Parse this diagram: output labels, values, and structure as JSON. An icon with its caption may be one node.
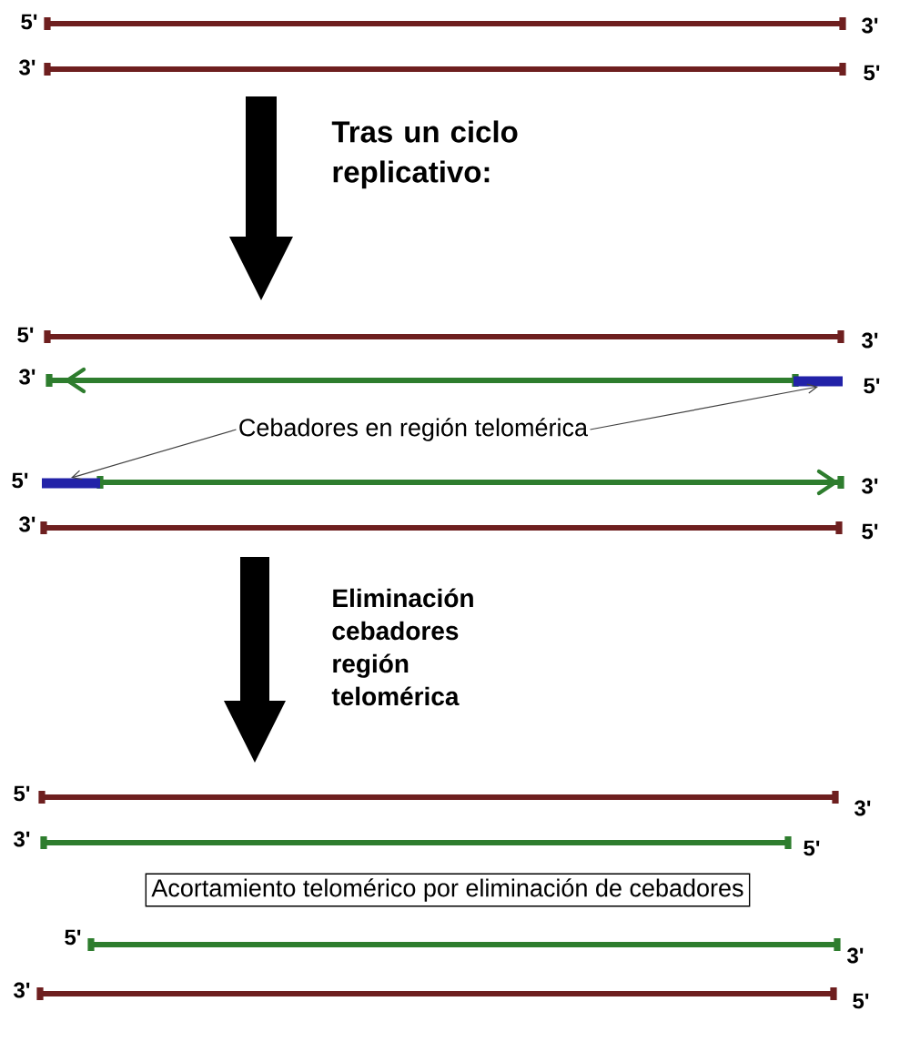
{
  "diagram": {
    "nodes": [
      {
        "text": [],
        "shape": "bar"
      },
      {
        "text": [
          "Cebadores en región telomérica"
        ]
      },
      {
        "text": [],
        "shape": "bar"
      },
      {
        "text": [
          "Acortamiento telomérico por eliminación de cebadores"
        ]
      }
    ],
    "edges": [
      {
        "from": 1,
        "to": 0,
        "arrow": "to"
      },
      {
        "from": 1,
        "to": 2,
        "arrow": "to"
      }
    ],
    "labels": [
      "5'",
      "3'",
      "3'",
      "5'",
      "Tras un ciclo replicativo:",
      "5'",
      "3'",
      "3'",
      "5'",
      "5'",
      "3'",
      "3'",
      "5'",
      "Eliminación cebadores región telomérica",
      "5'",
      "3'",
      "3'",
      "5'",
      "5'",
      "3'",
      "3'",
      "5'"
    ]
  }
}
